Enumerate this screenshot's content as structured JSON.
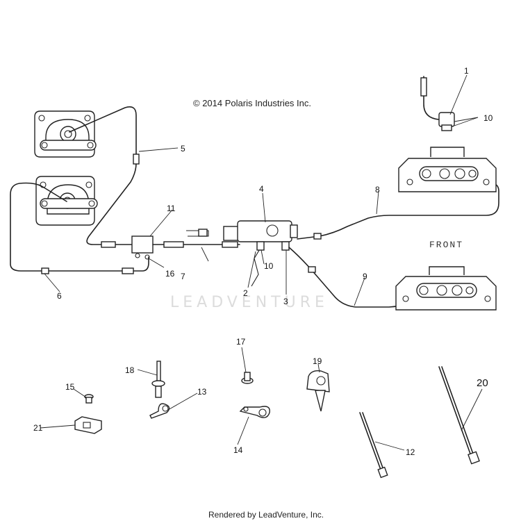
{
  "copyright": "© 2014 Polaris Industries Inc.",
  "front_label": "FRONT",
  "watermark": "LEADVENTURE",
  "footer": "Rendered by LeadVenture, Inc.",
  "callouts": [
    "1",
    "2",
    "3",
    "4",
    "5",
    "6",
    "7",
    "8",
    "9",
    "10",
    "10",
    "11",
    "12",
    "13",
    "14",
    "15",
    "16",
    "17",
    "18",
    "19",
    "20",
    "21"
  ]
}
